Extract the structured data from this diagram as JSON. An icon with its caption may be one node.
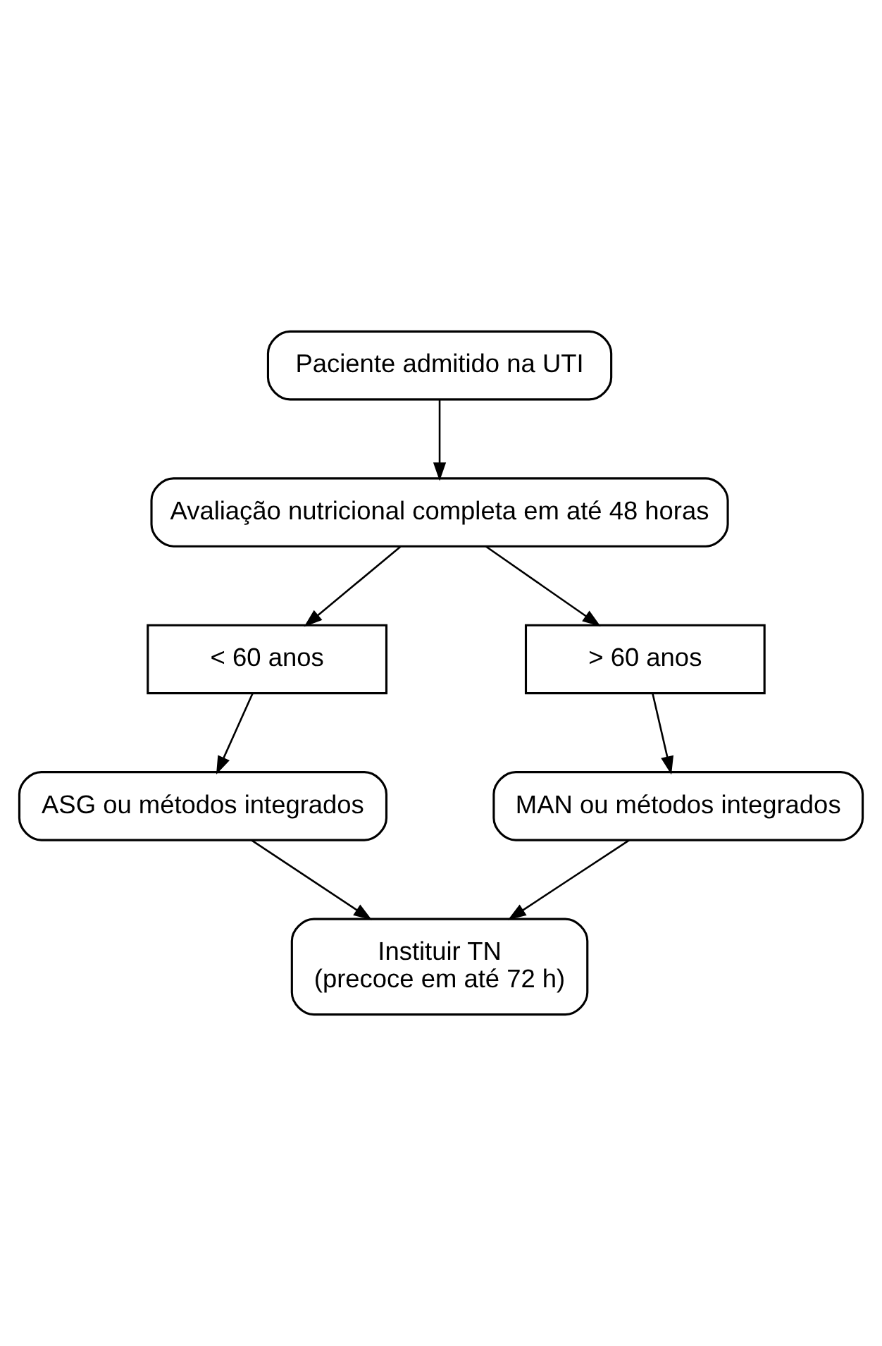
{
  "diagram": {
    "nodes": [
      {
        "text": [
          "Paciente admitido na UTI"
        ]
      },
      {
        "text": [
          "Avaliação nutricional completa em até 48 horas"
        ]
      },
      {
        "text": [
          "< 60 anos"
        ]
      },
      {
        "text": [
          "> 60 anos"
        ]
      },
      {
        "text": [
          "ASG ou métodos integrados"
        ]
      },
      {
        "text": [
          "MAN ou métodos integrados"
        ]
      },
      {
        "text": [
          "Instituir TN",
          "(precoce em até 72 h)"
        ]
      }
    ],
    "edges": [
      {
        "from": 0,
        "to": 1,
        "arrow": "to"
      },
      {
        "from": 1,
        "to": 2,
        "arrow": "to"
      },
      {
        "from": 1,
        "to": 3,
        "arrow": "to"
      },
      {
        "from": 2,
        "to": 4,
        "arrow": "to"
      },
      {
        "from": 3,
        "to": 5,
        "arrow": "to"
      },
      {
        "from": 4,
        "to": 6,
        "arrow": "to"
      },
      {
        "from": 5,
        "to": 6,
        "arrow": "to"
      }
    ]
  }
}
